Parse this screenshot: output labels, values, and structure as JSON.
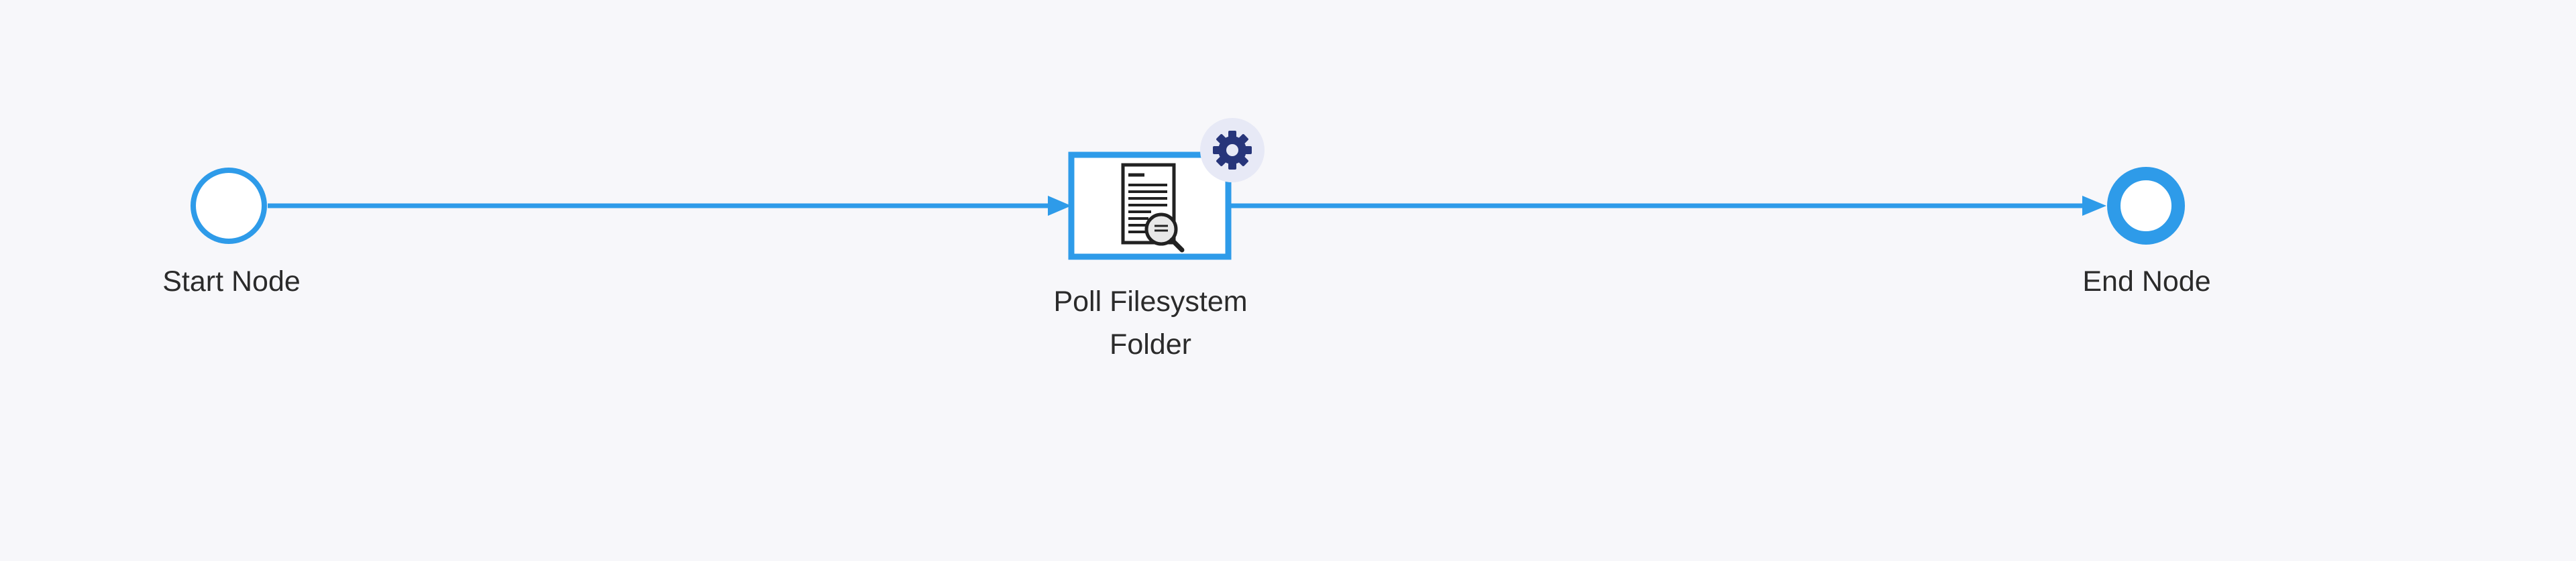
{
  "canvas": {
    "background_color": "#f7f7fa",
    "edge_color": "#2e9be9"
  },
  "nodes": {
    "start": {
      "label": "Start Node",
      "type": "start-event"
    },
    "task": {
      "label_line1": "Poll Filesystem",
      "label_line2": "Folder",
      "icon": "document-search-icon",
      "badge_icon": "gear-icon",
      "badge_color": "#27357a"
    },
    "end": {
      "label": "End Node",
      "type": "end-event"
    }
  },
  "edges": [
    {
      "from": "Start Node",
      "to": "Poll Filesystem Folder"
    },
    {
      "from": "Poll Filesystem Folder",
      "to": "End Node"
    }
  ]
}
